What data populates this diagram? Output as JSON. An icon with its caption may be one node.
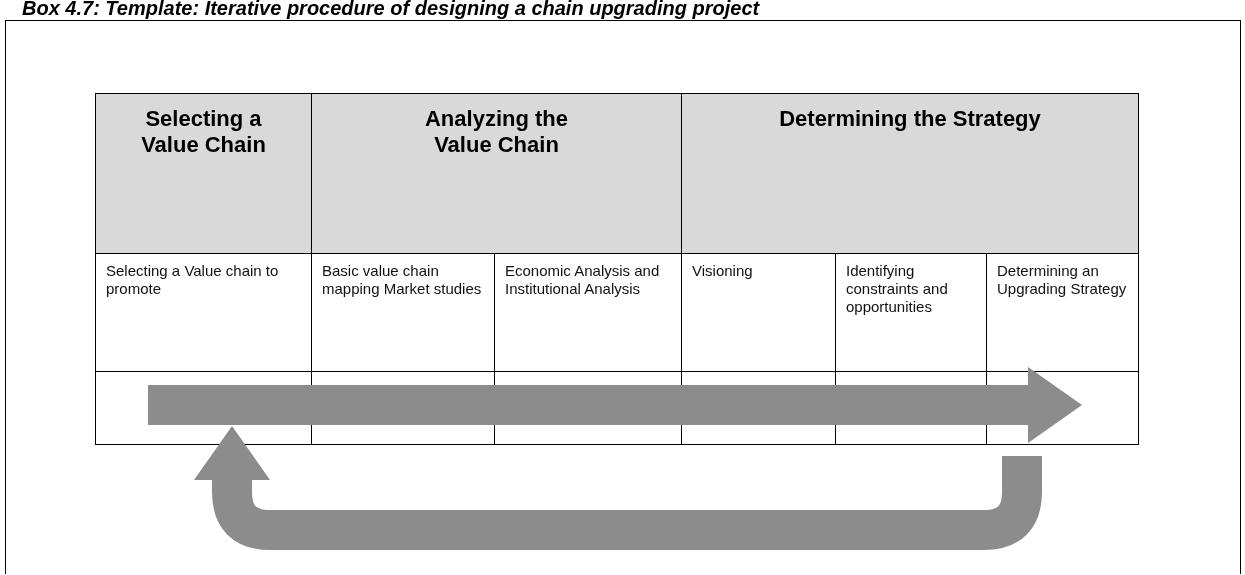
{
  "diagram": {
    "title": "Box 4.7: Template: Iterative procedure of designing a chain upgrading project",
    "nodes": [
      {
        "text": [
          "Selecting a Value Chain"
        ]
      },
      {
        "text": [
          "Analyzing the Value Chain"
        ]
      },
      {
        "text": [
          "Determining the Strategy"
        ]
      },
      {
        "text": [
          "Selecting a Value chain to promote"
        ]
      },
      {
        "text": [
          "Basic value chain mapping Market studies"
        ]
      },
      {
        "text": [
          "Economic Analysis and Institutional Analysis"
        ]
      },
      {
        "text": [
          "Visioning"
        ]
      },
      {
        "text": [
          "Identifying constraints and opportunities"
        ]
      },
      {
        "text": [
          "Determining an Upgrading Strategy"
        ]
      }
    ],
    "edges": [
      {
        "from": 3,
        "to": 8,
        "arrow": "to"
      },
      {
        "from": 8,
        "to": 3,
        "arrow": "to"
      }
    ]
  }
}
